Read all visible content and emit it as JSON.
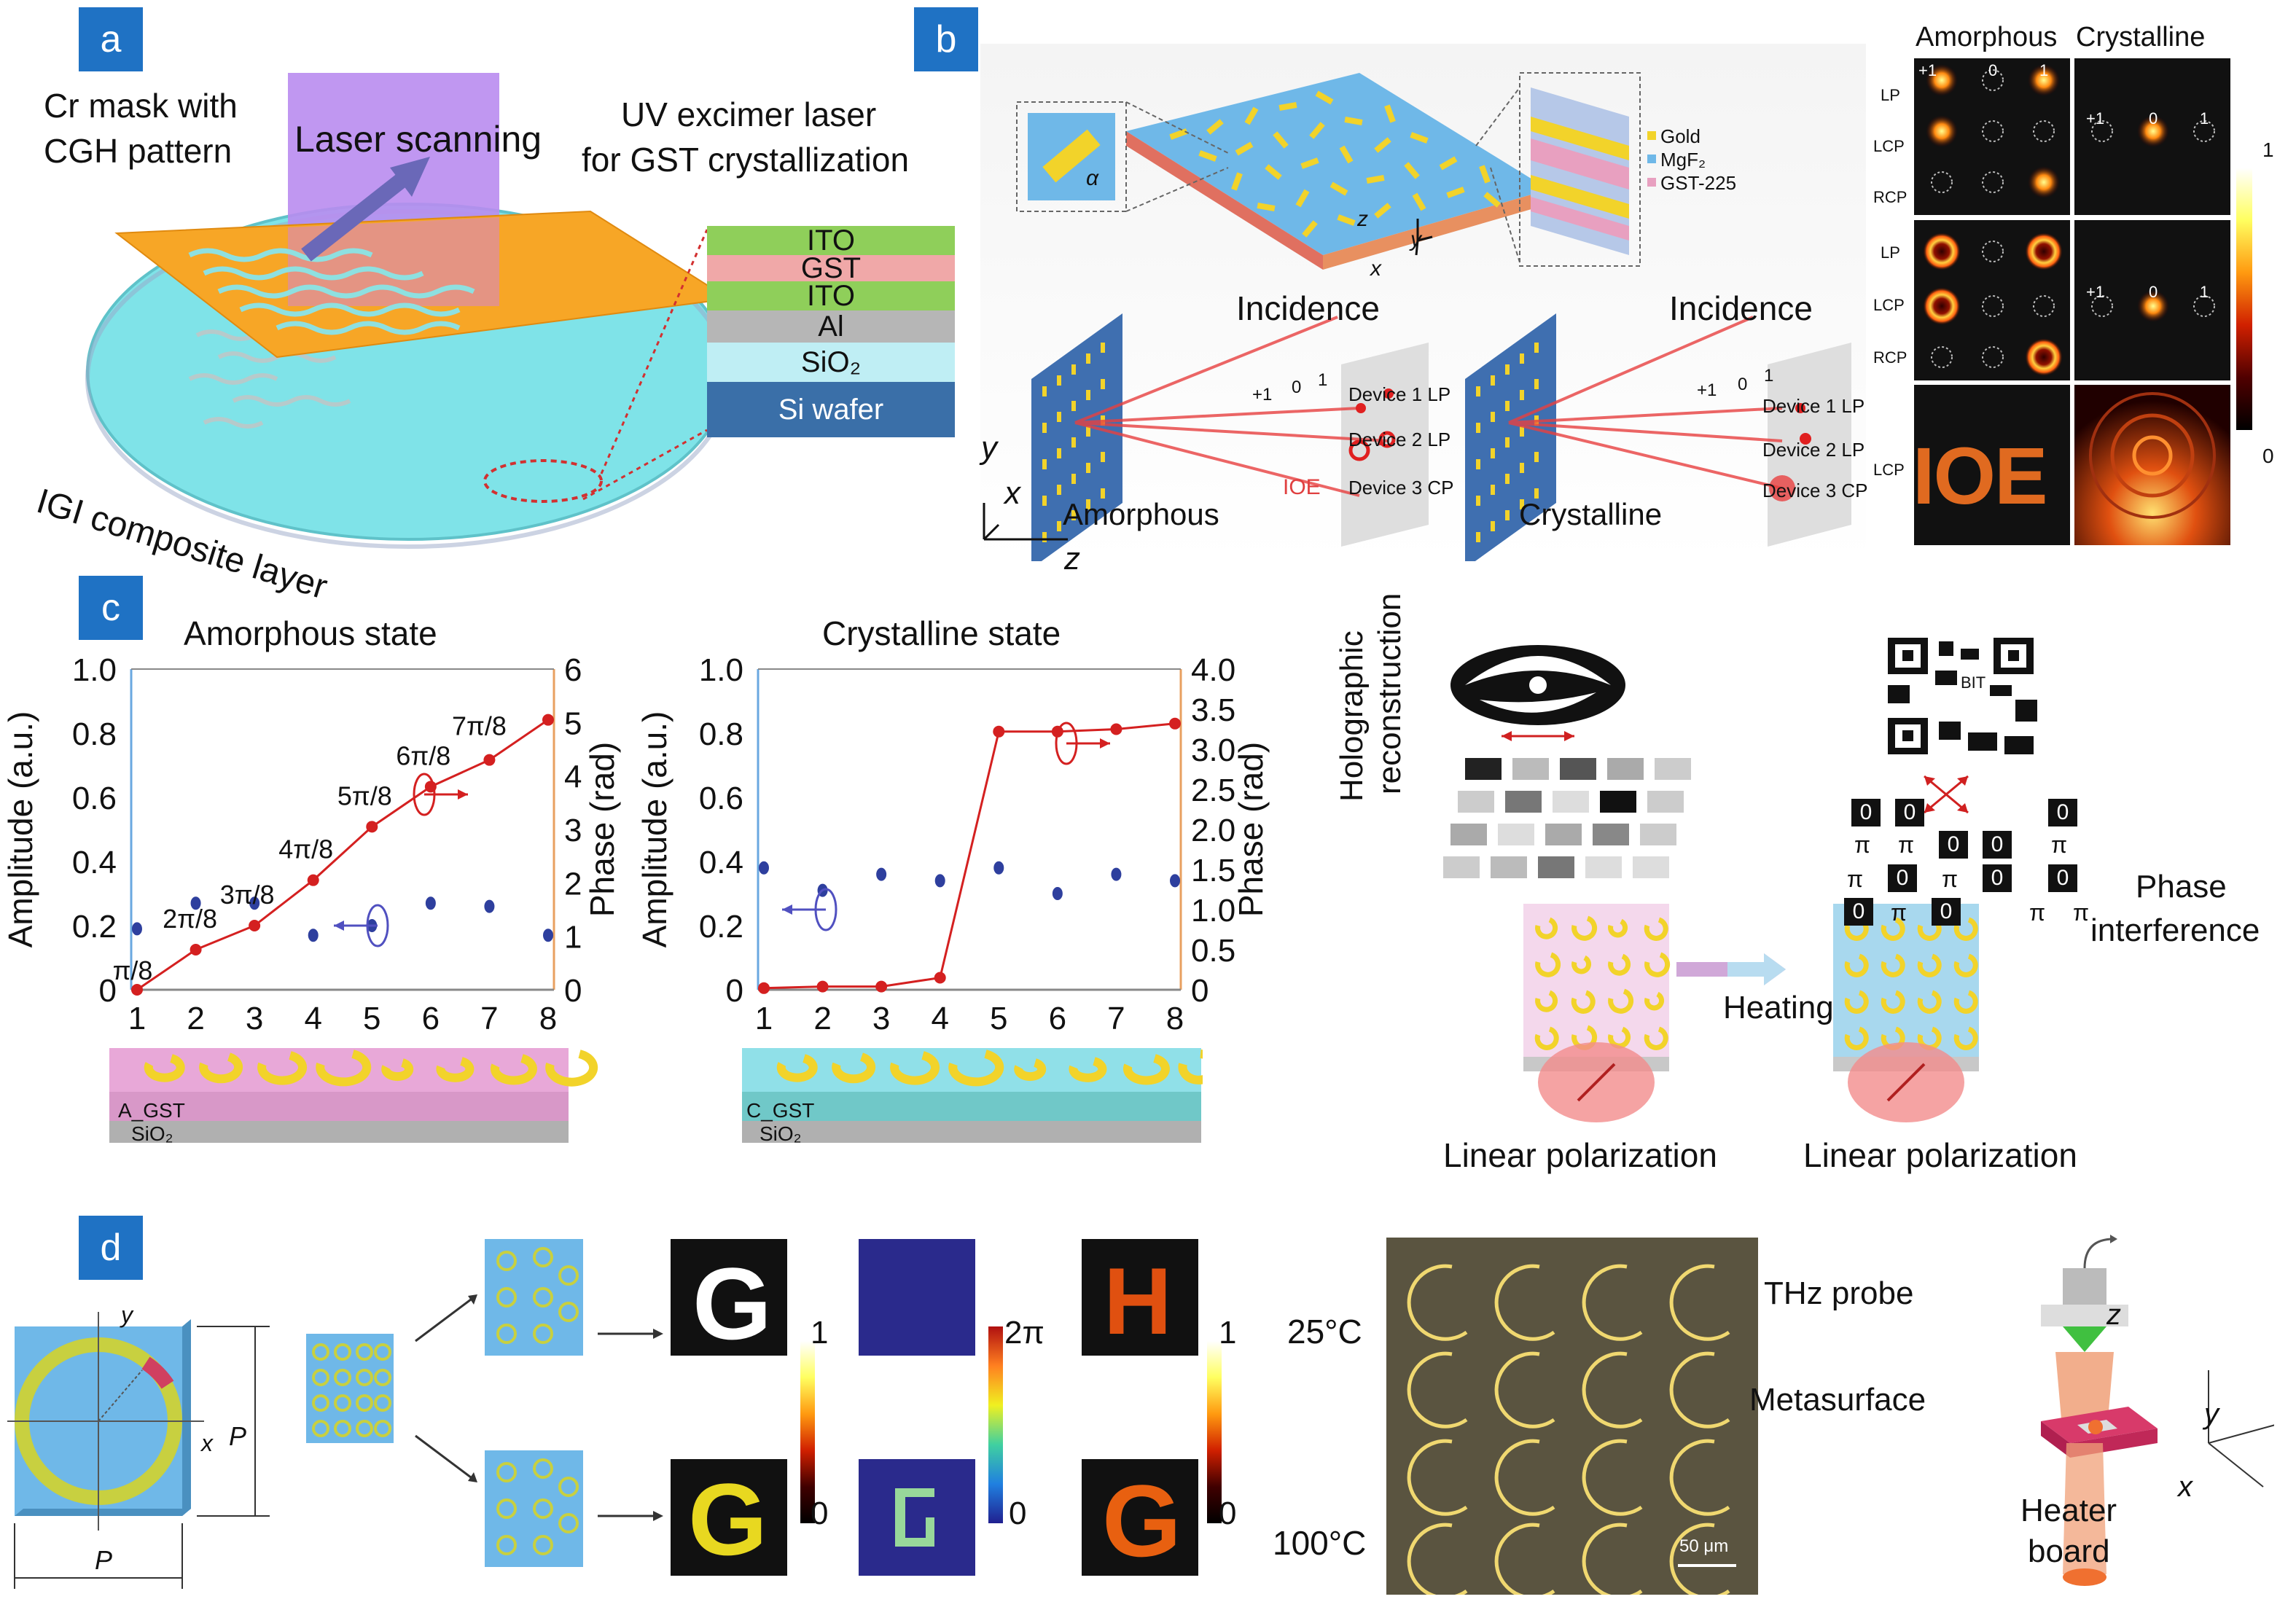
{
  "panels": {
    "a": "a",
    "b": "b",
    "c": "c",
    "d": "d"
  },
  "panel_a": {
    "mask_label": [
      "Cr mask with",
      "CGH pattern"
    ],
    "laser_label": "Laser scanning",
    "uv_label": [
      "UV excimer laser",
      "for GST crystallization"
    ],
    "layers": [
      "ITO",
      "GST",
      "ITO",
      "Al",
      "SiO₂",
      "Si wafer"
    ],
    "layer_colors": [
      "#8fcf5a",
      "#f0a8a8",
      "#8fcf5a",
      "#b6b6b6",
      "#bfeef4",
      "#3a6fa8"
    ],
    "composite_label": "IGI composite layer"
  },
  "panel_b": {
    "legend": [
      "Gold",
      "MgF₂",
      "GST-225"
    ],
    "angle_symbol": "α",
    "axes_small": [
      "z",
      "y",
      "x"
    ],
    "incidence": "Incidence",
    "amorphous_label": "Amorphous",
    "crystalline_label": "Crystalline",
    "orders": [
      "+1",
      "0",
      "1"
    ],
    "devices": [
      "Device 1 LP",
      "Device 2 LP",
      "Device 3 CP"
    ],
    "ioe": "IOE",
    "big_axes": [
      "y",
      "x",
      "z"
    ],
    "col_headers": [
      "Amorphous",
      "Crystalline"
    ],
    "row_labels": [
      "LP",
      "LCP",
      "RCP",
      "LP",
      "LCP",
      "RCP",
      "LCP"
    ],
    "orders_top": [
      "+1",
      "0",
      "1"
    ],
    "orders_cryst": [
      "+1",
      "0",
      "1"
    ],
    "scale": [
      "1",
      "0"
    ],
    "ioe_big": "IOE"
  },
  "panel_c": {
    "chart_data": [
      {
        "type": "scatter",
        "title": "Amorphous state",
        "ylabel": "Amplitude (a.u.)",
        "ylabel_right": "Phase (rad)",
        "x": [
          1,
          2,
          3,
          4,
          5,
          6,
          7,
          8
        ],
        "ylim": [
          0,
          1.0
        ],
        "ylim_right": [
          0,
          6
        ],
        "yticks": [
          "0",
          "0.2",
          "0.4",
          "0.6",
          "0.8",
          "1.0"
        ],
        "yticks_right": [
          "0",
          "1",
          "2",
          "3",
          "4",
          "5",
          "6"
        ],
        "series": [
          {
            "role": "amplitude",
            "color": "#2e3f9e",
            "values": [
              0.19,
              0.27,
              0.27,
              0.17,
              0.2,
              0.27,
              0.26,
              0.17
            ]
          },
          {
            "role": "phase",
            "color": "#d42020",
            "values": [
              0.0,
              0.75,
              1.2,
              2.05,
              3.05,
              3.8,
              4.3,
              5.05
            ]
          }
        ],
        "annotations": [
          "π/8",
          "2π/8",
          "3π/8",
          "4π/8",
          "5π/8",
          "6π/8",
          "7π/8"
        ],
        "substrate": [
          "A_GST",
          "SiO₂"
        ]
      },
      {
        "type": "scatter",
        "title": "Crystalline state",
        "ylabel": "Amplitude (a.u.)",
        "ylabel_right": "Phase (rad)",
        "x": [
          1,
          2,
          3,
          4,
          5,
          6,
          7,
          8
        ],
        "ylim": [
          0,
          1.0
        ],
        "ylim_right": [
          0,
          4.0
        ],
        "yticks": [
          "0",
          "0.2",
          "0.4",
          "0.6",
          "0.8",
          "1.0"
        ],
        "yticks_right": [
          "0",
          "0.5",
          "1.0",
          "1.5",
          "2.0",
          "2.5",
          "3.0",
          "3.5",
          "4.0"
        ],
        "series": [
          {
            "role": "amplitude",
            "color": "#2e3f9e",
            "values": [
              0.38,
              0.31,
              0.36,
              0.34,
              0.38,
              0.3,
              0.36,
              0.34
            ]
          },
          {
            "role": "phase",
            "color": "#d42020",
            "values": [
              0.02,
              0.04,
              0.04,
              0.15,
              3.22,
              3.22,
              3.25,
              3.32
            ]
          }
        ],
        "substrate": [
          "C_GST",
          "SiO₂"
        ]
      }
    ],
    "holo_label": [
      "Holographic",
      "reconstruction"
    ],
    "phase_label": [
      "Phase",
      "interference"
    ],
    "heating": "Heating",
    "linear_pol": "Linear polarization",
    "qr_center": "BIT",
    "pi": "π",
    "zero": "0"
  },
  "panel_d": {
    "axis_y": "y",
    "axis_x": "x",
    "period": "P",
    "scale_top": "1",
    "scale_bottom": "0",
    "scale_2pi": "2π",
    "scale_phase0": "0",
    "scale_top2": "1",
    "scale_bottom2": "0",
    "letter_g": "G",
    "letter_h": "H",
    "temp_high": "25°C",
    "temp_low": "100°C",
    "scalebar": "50 μm",
    "thz": "THz probe",
    "metasurface": "Metasurface",
    "heater": [
      "Heater",
      "board"
    ],
    "axes3d": [
      "z",
      "y",
      "x"
    ]
  }
}
